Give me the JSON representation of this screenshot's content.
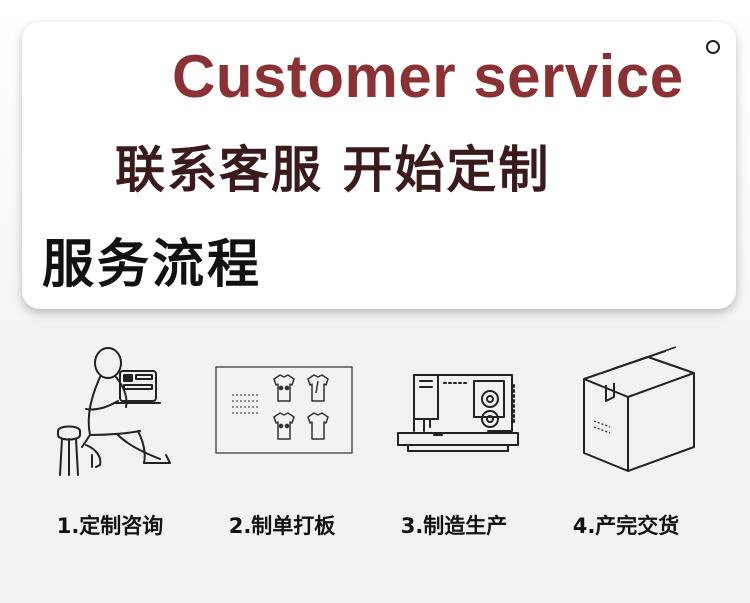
{
  "header": {
    "title_en": "Customer service",
    "title_cn": "联系客服 开始定制",
    "section_title": "服务流程"
  },
  "steps": [
    {
      "label": "1.定制咨询",
      "icon": "person-laptop-icon"
    },
    {
      "label": "2.制单打板",
      "icon": "tshirt-board-icon"
    },
    {
      "label": "3.制造生产",
      "icon": "sewing-machine-icon"
    },
    {
      "label": "4.产完交货",
      "icon": "box-icon"
    }
  ],
  "colors": {
    "accent": "#8b3134",
    "text_dark": "#111111",
    "background": "#f2f2f2"
  }
}
